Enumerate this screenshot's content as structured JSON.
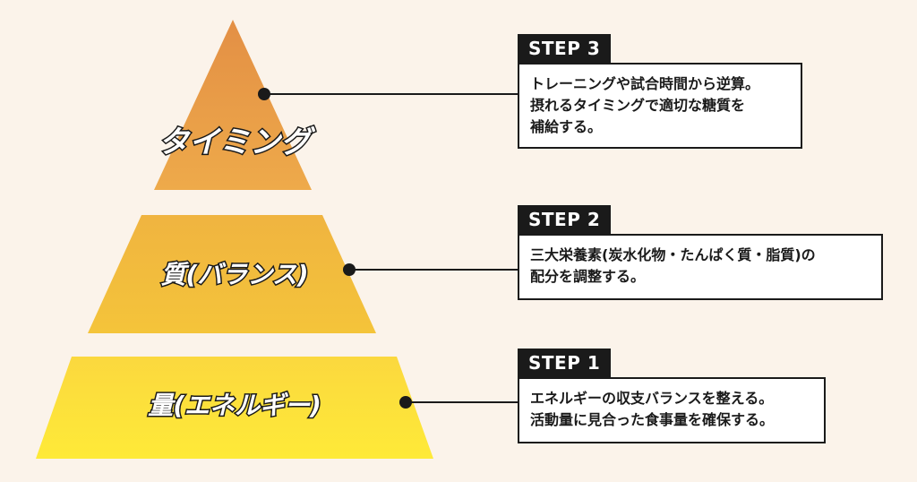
{
  "tiers": [
    {
      "label": "タイミング",
      "step": "STEP 3"
    },
    {
      "label": "質(バランス)",
      "step": "STEP 2"
    },
    {
      "label": "量(エネルギー)",
      "step": "STEP 1"
    }
  ],
  "steps": {
    "step3": {
      "title": "STEP 3",
      "lines": [
        "トレーニングや試合時間から逆算。",
        "摂れるタイミングで適切な糖質を",
        "補給する。"
      ]
    },
    "step2": {
      "title": "STEP 2",
      "lines": [
        "三大栄養素(炭水化物・たんぱく質・脂質)の",
        "配分を調整する。"
      ]
    },
    "step1": {
      "title": "STEP 1",
      "lines": [
        "エネルギーの収支バランスを整える。",
        "活動量に見合った食事量を確保する。"
      ]
    }
  },
  "colors": {
    "background": "#fbf3ea",
    "tier_top": "#e79a4a",
    "tier_middle": "#f1bd3e",
    "tier_bottom": "#fde33d",
    "ink": "#1a1a1a"
  }
}
